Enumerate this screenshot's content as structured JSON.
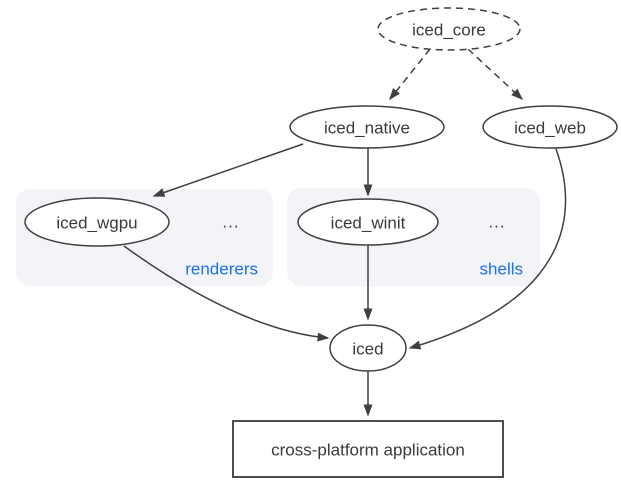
{
  "diagram": {
    "nodes": {
      "iced_core": {
        "label": "iced_core",
        "shape": "dashed-ellipse"
      },
      "iced_native": {
        "label": "iced_native",
        "shape": "ellipse"
      },
      "iced_web": {
        "label": "iced_web",
        "shape": "ellipse"
      },
      "iced_wgpu": {
        "label": "iced_wgpu",
        "shape": "ellipse",
        "group": "renderers"
      },
      "iced_winit": {
        "label": "iced_winit",
        "shape": "ellipse",
        "group": "shells"
      },
      "iced": {
        "label": "iced",
        "shape": "ellipse"
      },
      "application": {
        "label": "cross-platform application",
        "shape": "rect"
      }
    },
    "groups": {
      "renderers": {
        "label": "renderers",
        "ellipsis": "..."
      },
      "shells": {
        "label": "shells",
        "ellipsis": "..."
      }
    },
    "edges": [
      {
        "from": "iced_core",
        "to": "iced_native",
        "style": "dashed"
      },
      {
        "from": "iced_core",
        "to": "iced_web",
        "style": "dashed"
      },
      {
        "from": "iced_native",
        "to": "iced_wgpu",
        "style": "solid"
      },
      {
        "from": "iced_native",
        "to": "iced_winit",
        "style": "solid"
      },
      {
        "from": "iced_wgpu",
        "to": "iced",
        "style": "solid-curved"
      },
      {
        "from": "iced_winit",
        "to": "iced",
        "style": "solid"
      },
      {
        "from": "iced_web",
        "to": "iced",
        "style": "solid-curved"
      },
      {
        "from": "iced",
        "to": "application",
        "style": "solid"
      }
    ],
    "colors": {
      "line": "#3f3f3f",
      "node_text": "#3a3a3a",
      "group_label_text": "#1a73e8",
      "group_box_fill": "#f2f4f7",
      "background": "#ffffff"
    }
  }
}
